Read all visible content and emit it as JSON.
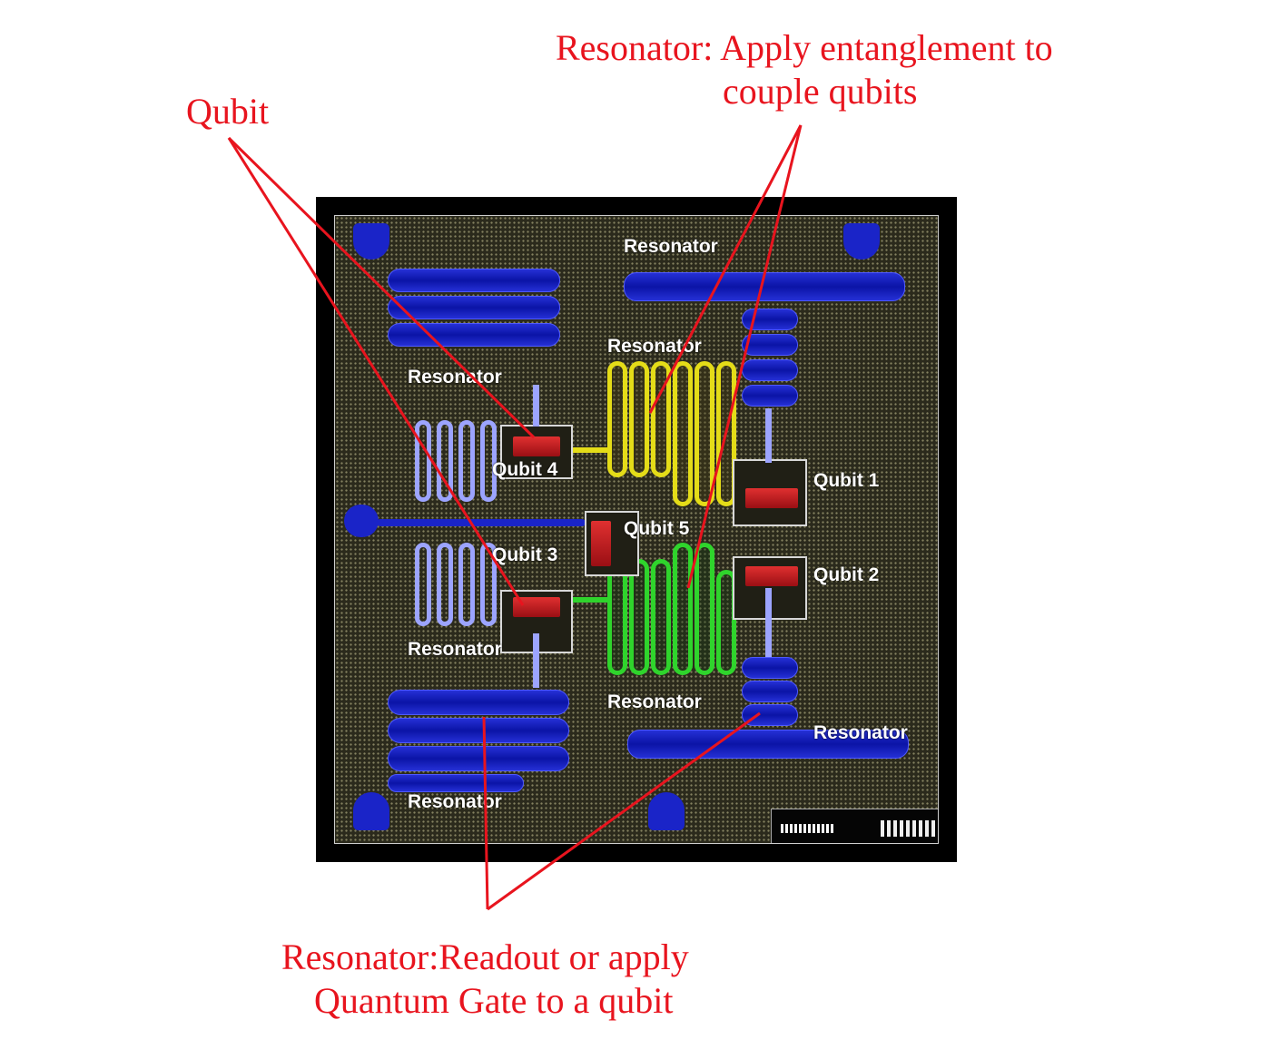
{
  "annotations": {
    "qubit": "Qubit",
    "coupler_line1": "Resonator: Apply entanglement to",
    "coupler_line2": "couple qubits",
    "readout_line1": "Resonator:Readout or apply",
    "readout_line2": "Quantum Gate to a qubit"
  },
  "chip_labels": {
    "resonator_top": "Resonator",
    "resonator_center_top": "Resonator",
    "resonator_left_upper": "Resonator",
    "resonator_left_lower": "Resonator",
    "resonator_center_bottom": "Resonator",
    "resonator_right_bottom": "Resonator",
    "resonator_bottom_left": "Resonator",
    "qubit1": "Qubit 1",
    "qubit2": "Qubit 2",
    "qubit3": "Qubit 3",
    "qubit4": "Qubit 4",
    "qubit5": "Qubit 5"
  },
  "colors": {
    "annotation": "#e8141e",
    "qubit": "#c81e24",
    "readout_resonator": "#0b14a6",
    "coupler_yellow": "#e4dc18",
    "coupler_green": "#2fd42c",
    "chip_background": "#2b2a1c"
  }
}
